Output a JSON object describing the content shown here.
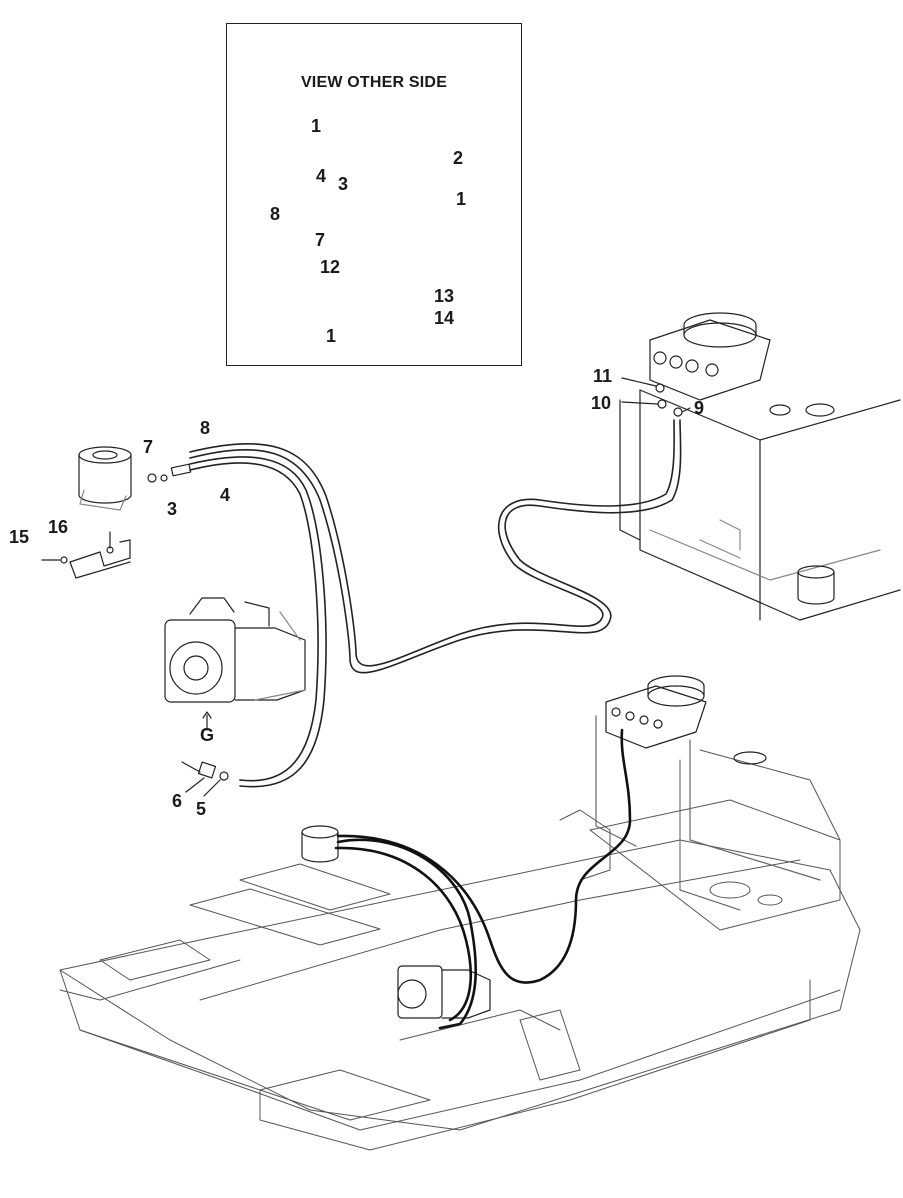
{
  "inset": {
    "title": "VIEW OTHER SIDE",
    "callouts": {
      "c1_cap": "1",
      "c2": "2",
      "c1_body": "1",
      "c4": "4",
      "c3": "3",
      "c8": "8",
      "c7": "7",
      "c12": "12",
      "c13": "13",
      "c14": "14",
      "c1_bracket": "1"
    }
  },
  "main": {
    "callouts": {
      "c7": "7",
      "c8": "8",
      "c4": "4",
      "c3": "3",
      "c15": "15",
      "c16": "16",
      "cG": "G",
      "c6": "6",
      "c5": "5",
      "c11": "11",
      "c10": "10",
      "c9": "9"
    }
  },
  "colors": {
    "line": "#222222",
    "light_line": "#888888",
    "hose": "#111111"
  }
}
